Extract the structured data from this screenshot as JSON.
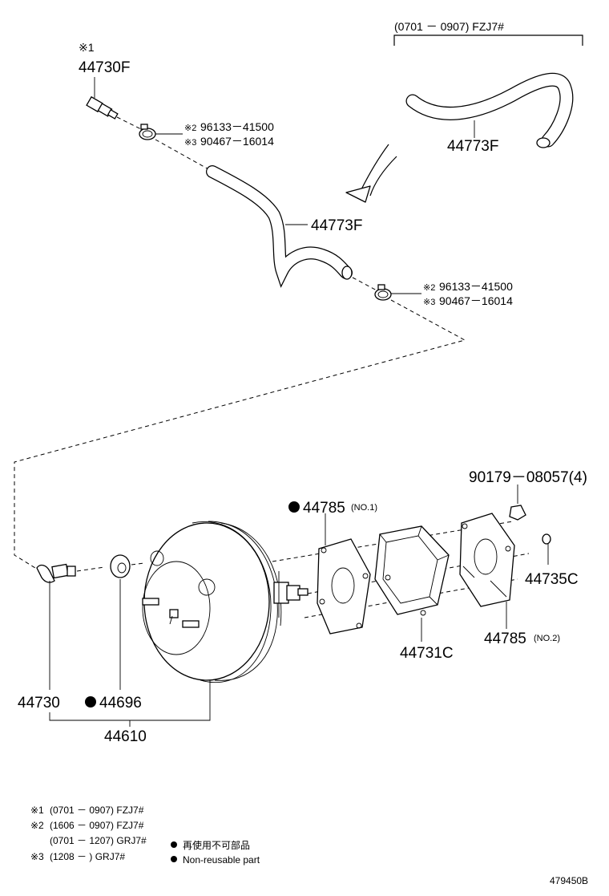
{
  "diagram": {
    "variant_range": "(0701 － 0907) FZJ7#",
    "labels": {
      "p44730F_mark": "※1",
      "p44730F": "44730F",
      "clamp1_a_mark": "※2",
      "clamp1_a": "96133－41500",
      "clamp1_b_mark": "※3",
      "clamp1_b": "90467－16014",
      "hose_upper": "44773F",
      "hose_main": "44773F",
      "clamp2_a_mark": "※2",
      "clamp2_a": "96133－41500",
      "clamp2_b_mark": "※3",
      "clamp2_b": "90467－16014",
      "bolt": "90179－08057(4)",
      "gasket1": "44785",
      "gasket1_note": "(NO.1)",
      "nut": "44735C",
      "spacer": "44731C",
      "gasket2": "44785",
      "gasket2_note": "(NO.2)",
      "check_valve": "44730",
      "grommet": "44696",
      "booster": "44610"
    },
    "diagram_id": "479450B"
  },
  "footnotes": [
    {
      "mark": "※1",
      "text": "(0701 － 0907) FZJ7#"
    },
    {
      "mark": "※2",
      "text": "(1606 － 0907) FZJ7#"
    },
    {
      "mark": "",
      "text": "(0701 － 1207) GRJ7#"
    },
    {
      "mark": "※3",
      "text": "(1208 －         ) GRJ7#"
    }
  ],
  "legend": {
    "jp": "再使用不可部品",
    "en": "Non-reusable part"
  }
}
